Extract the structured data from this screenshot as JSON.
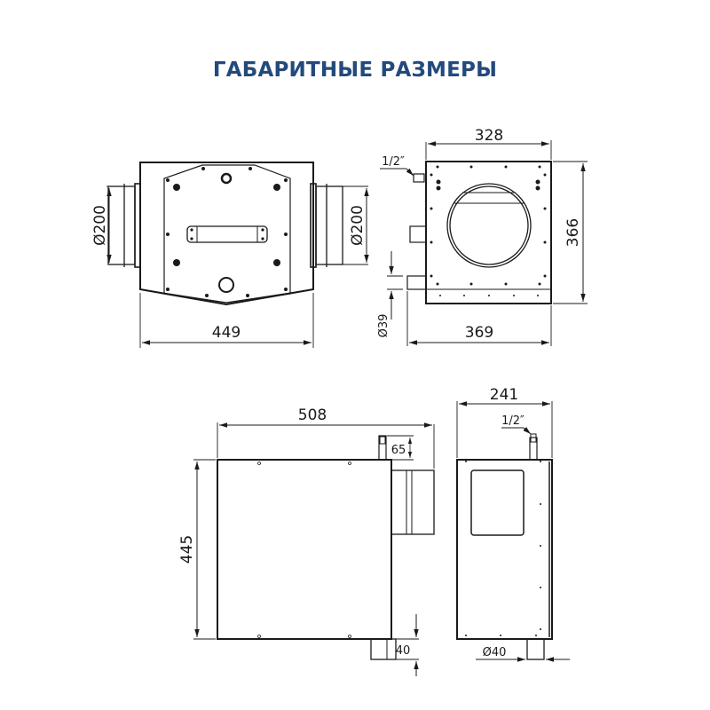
{
  "title": "ГАБАРИТНЫЕ РАЗМЕРЫ",
  "colors": {
    "title": "#234a7c",
    "line": "#1a1a1a",
    "background": "#ffffff"
  },
  "views": {
    "top_view": {
      "width_label": "449",
      "inlet_diameter_label": "Ø200",
      "outlet_diameter_label": "Ø200"
    },
    "end_view": {
      "width_label": "328",
      "height_label": "366",
      "overall_width_label": "369",
      "drain_diameter_label": "Ø39",
      "fitting_label": "1/2″"
    },
    "side_view": {
      "width_label": "508",
      "height_label": "445",
      "top_fitting_label": "65",
      "bottom_drain_label": "40"
    },
    "narrow_side_view": {
      "width_label": "241",
      "fitting_label": "1/2″",
      "drain_diameter_label": "Ø40"
    }
  }
}
